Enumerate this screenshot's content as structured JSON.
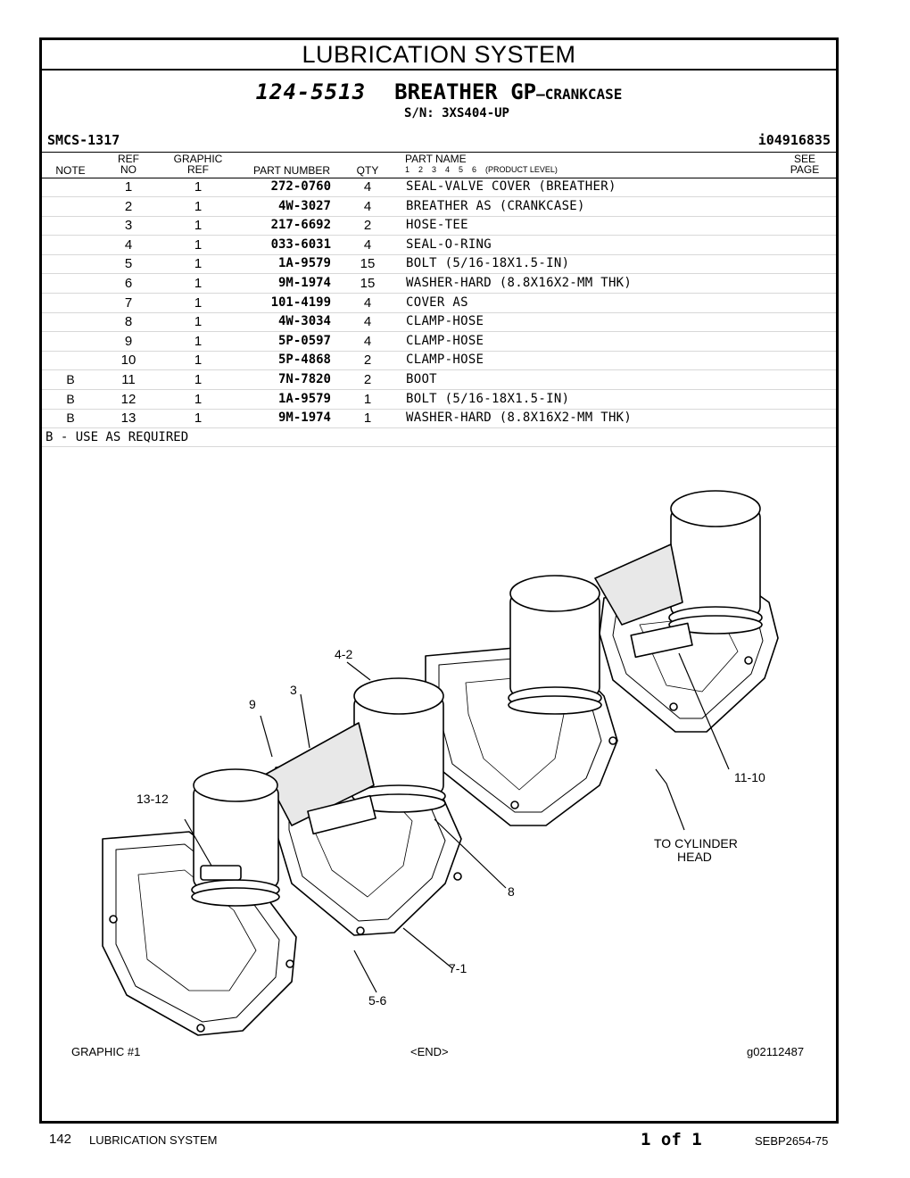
{
  "title": "LUBRICATION SYSTEM",
  "group": {
    "number": "124-5513",
    "name": "BREATHER GP",
    "suffix": "–CRANKCASE",
    "serial": "S/N: 3XS404-UP"
  },
  "smcs": "SMCS-1317",
  "illustration_id": "i04916835",
  "table": {
    "headers": {
      "note": "NOTE",
      "ref_top": "REF",
      "ref_bottom": "NO",
      "graphic_top": "GRAPHIC",
      "graphic_bottom": "REF",
      "part_number": "PART NUMBER",
      "qty": "QTY",
      "part_name": "PART NAME",
      "levels": "1    2    3    4    5    6    (PRODUCT LEVEL)",
      "see_top": "SEE",
      "see_bottom": "PAGE"
    },
    "rows": [
      {
        "note": "",
        "ref": "1",
        "graphic": "1",
        "part_number": "272-0760",
        "qty": "4",
        "name": "SEAL-VALVE COVER (BREATHER)"
      },
      {
        "note": "",
        "ref": "2",
        "graphic": "1",
        "part_number": "4W-3027",
        "qty": "4",
        "name": "BREATHER AS (CRANKCASE)"
      },
      {
        "note": "",
        "ref": "3",
        "graphic": "1",
        "part_number": "217-6692",
        "qty": "2",
        "name": "HOSE-TEE"
      },
      {
        "note": "",
        "ref": "4",
        "graphic": "1",
        "part_number": "033-6031",
        "qty": "4",
        "name": "SEAL-O-RING"
      },
      {
        "note": "",
        "ref": "5",
        "graphic": "1",
        "part_number": "1A-9579",
        "qty": "15",
        "name": "BOLT (5/16-18X1.5-IN)"
      },
      {
        "note": "",
        "ref": "6",
        "graphic": "1",
        "part_number": "9M-1974",
        "qty": "15",
        "name": "WASHER-HARD (8.8X16X2-MM THK)"
      },
      {
        "note": "",
        "ref": "7",
        "graphic": "1",
        "part_number": "101-4199",
        "qty": "4",
        "name": "COVER AS"
      },
      {
        "note": "",
        "ref": "8",
        "graphic": "1",
        "part_number": "4W-3034",
        "qty": "4",
        "name": "CLAMP-HOSE"
      },
      {
        "note": "",
        "ref": "9",
        "graphic": "1",
        "part_number": "5P-0597",
        "qty": "4",
        "name": "CLAMP-HOSE"
      },
      {
        "note": "",
        "ref": "10",
        "graphic": "1",
        "part_number": "5P-4868",
        "qty": "2",
        "name": "CLAMP-HOSE"
      },
      {
        "note": "B",
        "ref": "11",
        "graphic": "1",
        "part_number": "7N-7820",
        "qty": "2",
        "name": "BOOT"
      },
      {
        "note": "B",
        "ref": "12",
        "graphic": "1",
        "part_number": "1A-9579",
        "qty": "1",
        "name": "BOLT (5/16-18X1.5-IN)"
      },
      {
        "note": "B",
        "ref": "13",
        "graphic": "1",
        "part_number": "9M-1974",
        "qty": "1",
        "name": "WASHER-HARD (8.8X16X2-MM THK)"
      }
    ],
    "footnote": "B - USE AS REQUIRED"
  },
  "illustration": {
    "callouts": [
      "4-2",
      "3",
      "9",
      "13-12",
      "8",
      "7-1",
      "5-6",
      "11-10",
      "TO CYLINDER",
      "HEAD"
    ],
    "graphic_label": "GRAPHIC #1",
    "end_label": "<END>",
    "graphic_id": "g02112487"
  },
  "footer": {
    "page_number": "142",
    "section": "LUBRICATION SYSTEM",
    "page_of": "1 of 1",
    "doc_id": "SEBP2654-75"
  }
}
